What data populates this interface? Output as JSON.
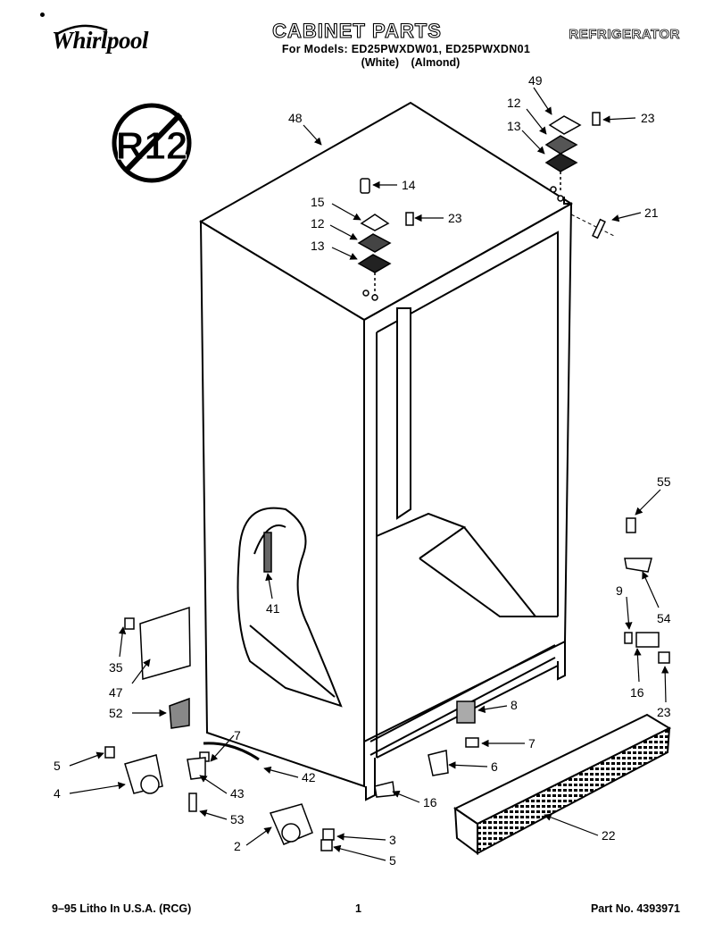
{
  "header": {
    "brand": "Whirlpool",
    "title": "CABINET PARTS",
    "models": "For Models: ED25PWXDW01, ED25PWXDN01",
    "variants": "(White) (Almond)",
    "category": "REFRIGERATOR",
    "badge": "R12"
  },
  "callouts": {
    "c48": "48",
    "c49": "49",
    "c12a": "12",
    "c23a": "23",
    "c13a": "13",
    "c14": "14",
    "c15": "15",
    "c23b": "23",
    "c12b": "12",
    "c21": "21",
    "c13b": "13",
    "c55": "55",
    "c41": "41",
    "c9": "9",
    "c54": "54",
    "c35": "35",
    "c47": "47",
    "c16a": "16",
    "c23c": "23",
    "c8": "8",
    "c52": "52",
    "c7a": "7",
    "c7b": "7",
    "c6": "6",
    "c5a": "5",
    "c42": "42",
    "c4": "4",
    "c43": "43",
    "c16b": "16",
    "c53": "53",
    "c22": "22",
    "c3": "3",
    "c2": "2",
    "c5b": "5"
  },
  "footer": {
    "litho": "9–95 Litho In U.S.A. (RCG)",
    "page": "1",
    "part_no": "Part No. 4393971"
  }
}
